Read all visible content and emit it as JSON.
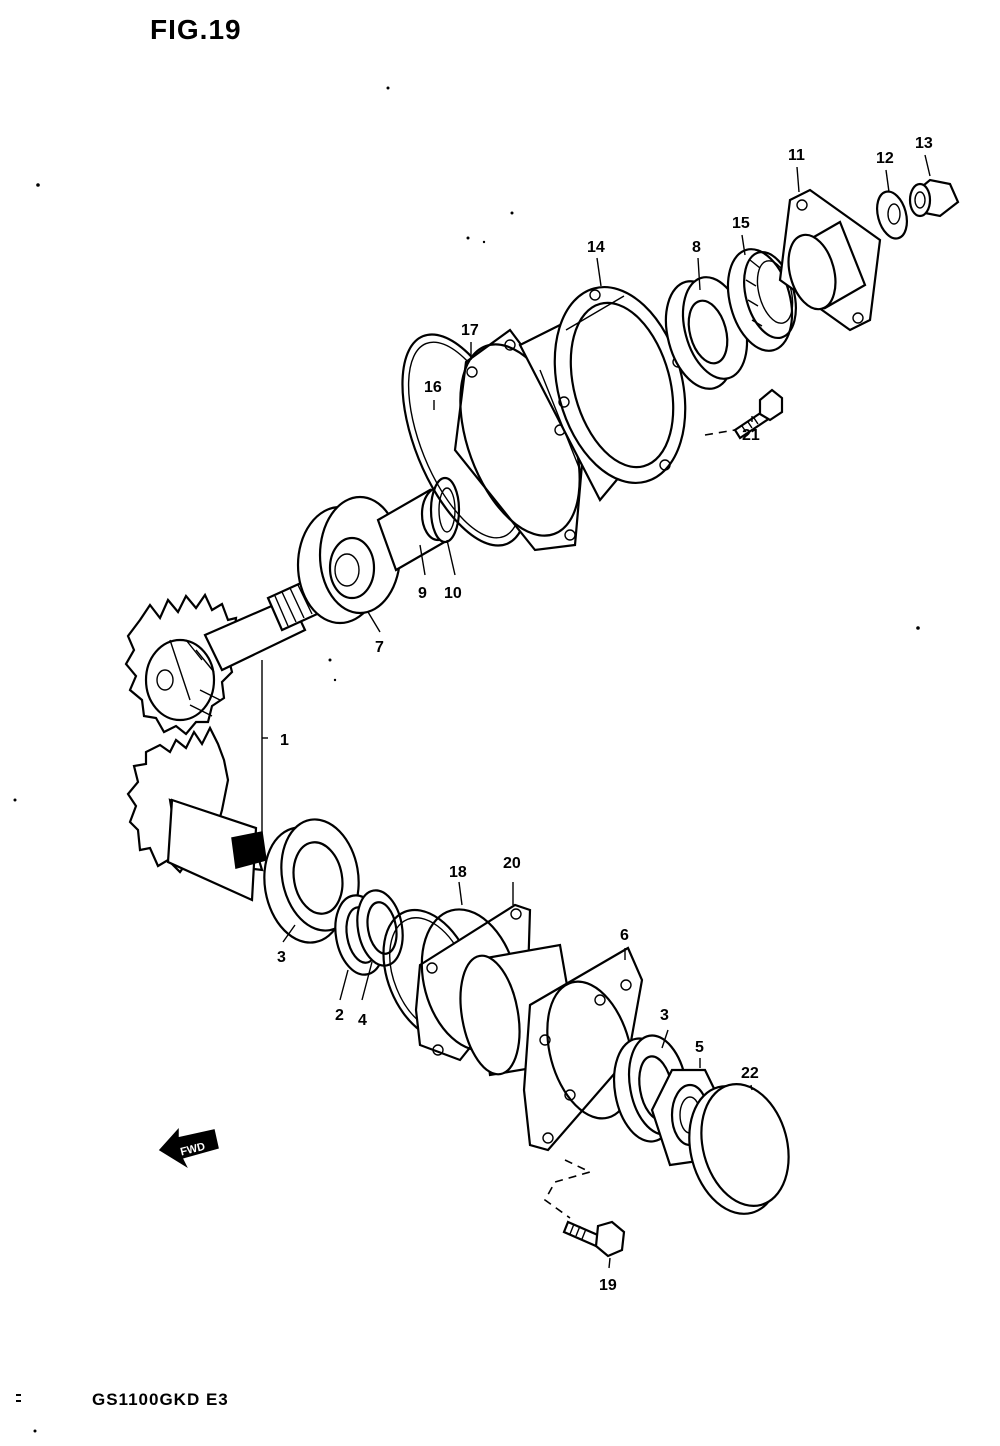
{
  "figure": {
    "title": "FIG.19",
    "model_code": "GS1100GKD E3",
    "direction_label": "FWD"
  },
  "callouts": [
    {
      "id": "c1",
      "label": "1"
    },
    {
      "id": "c2",
      "label": "2"
    },
    {
      "id": "c3a",
      "label": "3"
    },
    {
      "id": "c3b",
      "label": "3"
    },
    {
      "id": "c4",
      "label": "4"
    },
    {
      "id": "c5",
      "label": "5"
    },
    {
      "id": "c6",
      "label": "6"
    },
    {
      "id": "c7",
      "label": "7"
    },
    {
      "id": "c8",
      "label": "8"
    },
    {
      "id": "c9",
      "label": "9"
    },
    {
      "id": "c10",
      "label": "10"
    },
    {
      "id": "c11",
      "label": "11"
    },
    {
      "id": "c12",
      "label": "12"
    },
    {
      "id": "c13",
      "label": "13"
    },
    {
      "id": "c14",
      "label": "14"
    },
    {
      "id": "c15",
      "label": "15"
    },
    {
      "id": "c16",
      "label": "16"
    },
    {
      "id": "c17",
      "label": "17"
    },
    {
      "id": "c18",
      "label": "18"
    },
    {
      "id": "c19",
      "label": "19"
    },
    {
      "id": "c20",
      "label": "20"
    },
    {
      "id": "c21",
      "label": "21"
    },
    {
      "id": "c22",
      "label": "22"
    }
  ]
}
